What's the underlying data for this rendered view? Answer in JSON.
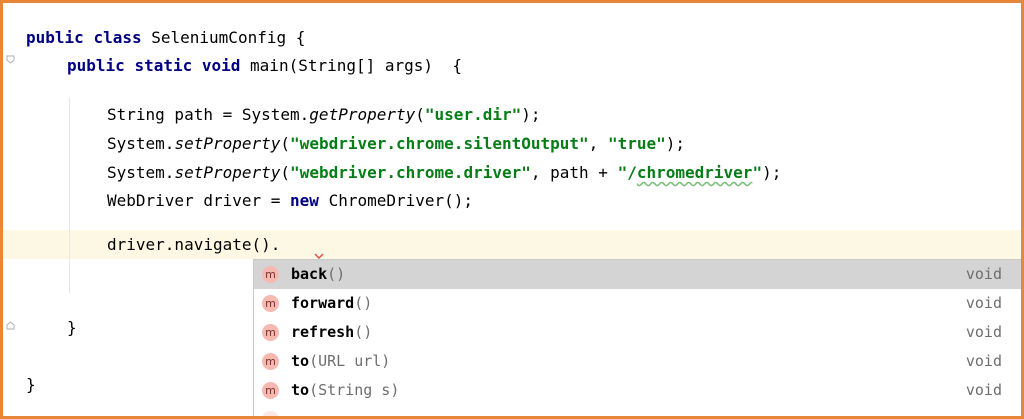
{
  "code": {
    "line1": {
      "kw1": "public",
      "kw2": "class",
      "rest": " SeleniumConfig {"
    },
    "line2": {
      "kw1": "public",
      "kw2": "static",
      "kw3": "void",
      "rest": " main(String[] args)  {"
    },
    "line3": {
      "a": "String path = System.",
      "m": "getProperty",
      "b": "(",
      "s": "\"user.dir\"",
      "c": ");"
    },
    "line4": {
      "a": "System.",
      "m": "setProperty",
      "b": "(",
      "s1": "\"webdriver.chrome.silentOutput\"",
      "c": ", ",
      "s2": "\"true\"",
      "d": ");"
    },
    "line5": {
      "a": "System.",
      "m": "setProperty",
      "b": "(",
      "s1": "\"webdriver.chrome.driver\"",
      "c": ", path + ",
      "s2q": "\"/",
      "s2w": "chromedriver",
      "s2e": "\"",
      "d": ");"
    },
    "line6": {
      "a": "WebDriver driver = ",
      "kw": "new",
      "b": " ChromeDriver();"
    },
    "line7": "driver.navigate().",
    "line8": "}",
    "line9": "}"
  },
  "completion": {
    "icon_letter": "m",
    "items": [
      {
        "name": "back",
        "sig": "()",
        "type": "void"
      },
      {
        "name": "forward",
        "sig": "()",
        "type": "void"
      },
      {
        "name": "refresh",
        "sig": "()",
        "type": "void"
      },
      {
        "name": "to",
        "sig": "(URL url)",
        "type": "void"
      },
      {
        "name": "to",
        "sig": "(String s)",
        "type": "void"
      }
    ]
  },
  "colors": {
    "frame_border": "#e8873a",
    "keyword": "#000080",
    "string": "#067d17",
    "current_line": "#fdf8e4",
    "selected_item": "#d4d4d4"
  }
}
